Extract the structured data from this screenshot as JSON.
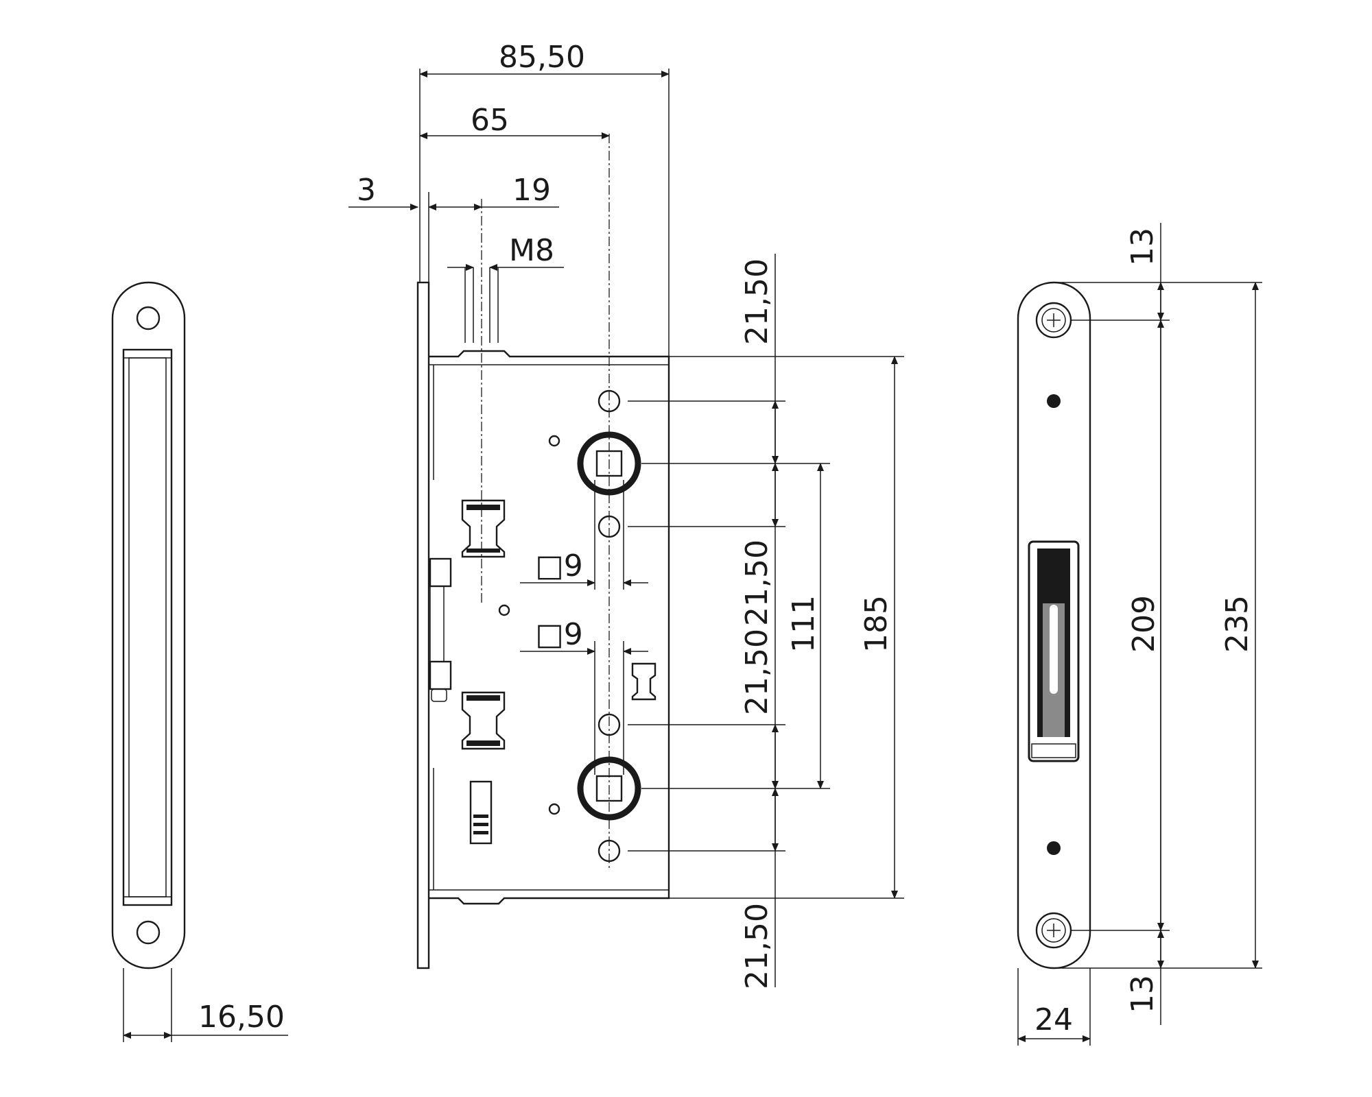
{
  "drawing": {
    "dimensions": {
      "overall_width": "85,50",
      "backset": "65",
      "faceplate_thickness": "3",
      "latch_offset": "19",
      "thread": "M8",
      "square_upper": "□9",
      "square_lower": "□9",
      "faceplate_width": "16,50",
      "v_top": "21,50",
      "v_mid_upper": "21,50",
      "v_mid_lower": "21,50",
      "v_bottom": "21,50",
      "center_distance": "111",
      "case_height": "185",
      "strike_top": "13",
      "strike_bottom": "13",
      "strike_screw_distance": "209",
      "strike_height": "235",
      "strike_width": "24"
    }
  }
}
